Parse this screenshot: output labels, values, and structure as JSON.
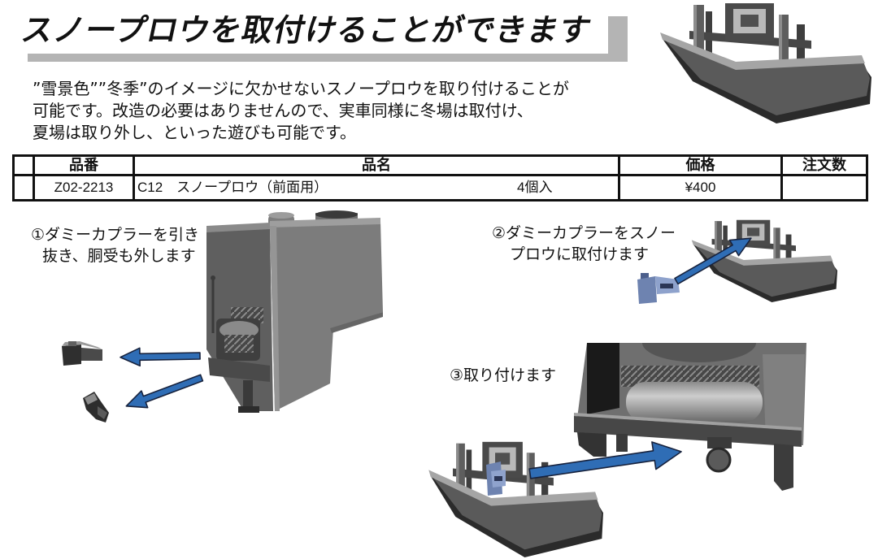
{
  "title": "スノープロウを取付けることができます",
  "description": [
    "”雪景色””冬季”のイメージに欠かせないスノープロウを取り付けることが",
    "可能です。改造の必要はありませんので、実車同様に冬場は取付け、",
    "夏場は取り外し、といった遊びも可能です。"
  ],
  "table": {
    "headers": {
      "code": "品番",
      "name": "品名",
      "price": "価格",
      "order_qty": "注文数"
    },
    "rows": [
      {
        "code": "Z02-2213",
        "name": "C12　スノープロウ（前面用）",
        "pack": "4個入",
        "price": "¥400"
      }
    ]
  },
  "steps": [
    [
      "①ダミーカプラーを引き",
      "抜き、胴受も外します"
    ],
    [
      "②ダミーカプラーをスノー",
      "プロウに取付けます"
    ],
    [
      "③取り付けます"
    ]
  ],
  "colors": {
    "text": "#111111",
    "title_shadow": "#b4b4b4",
    "table_border": "#111111",
    "arrow_fill": "#2f6db5",
    "arrow_outline": "#17223d",
    "coupler_blue": "#6e83b0"
  }
}
